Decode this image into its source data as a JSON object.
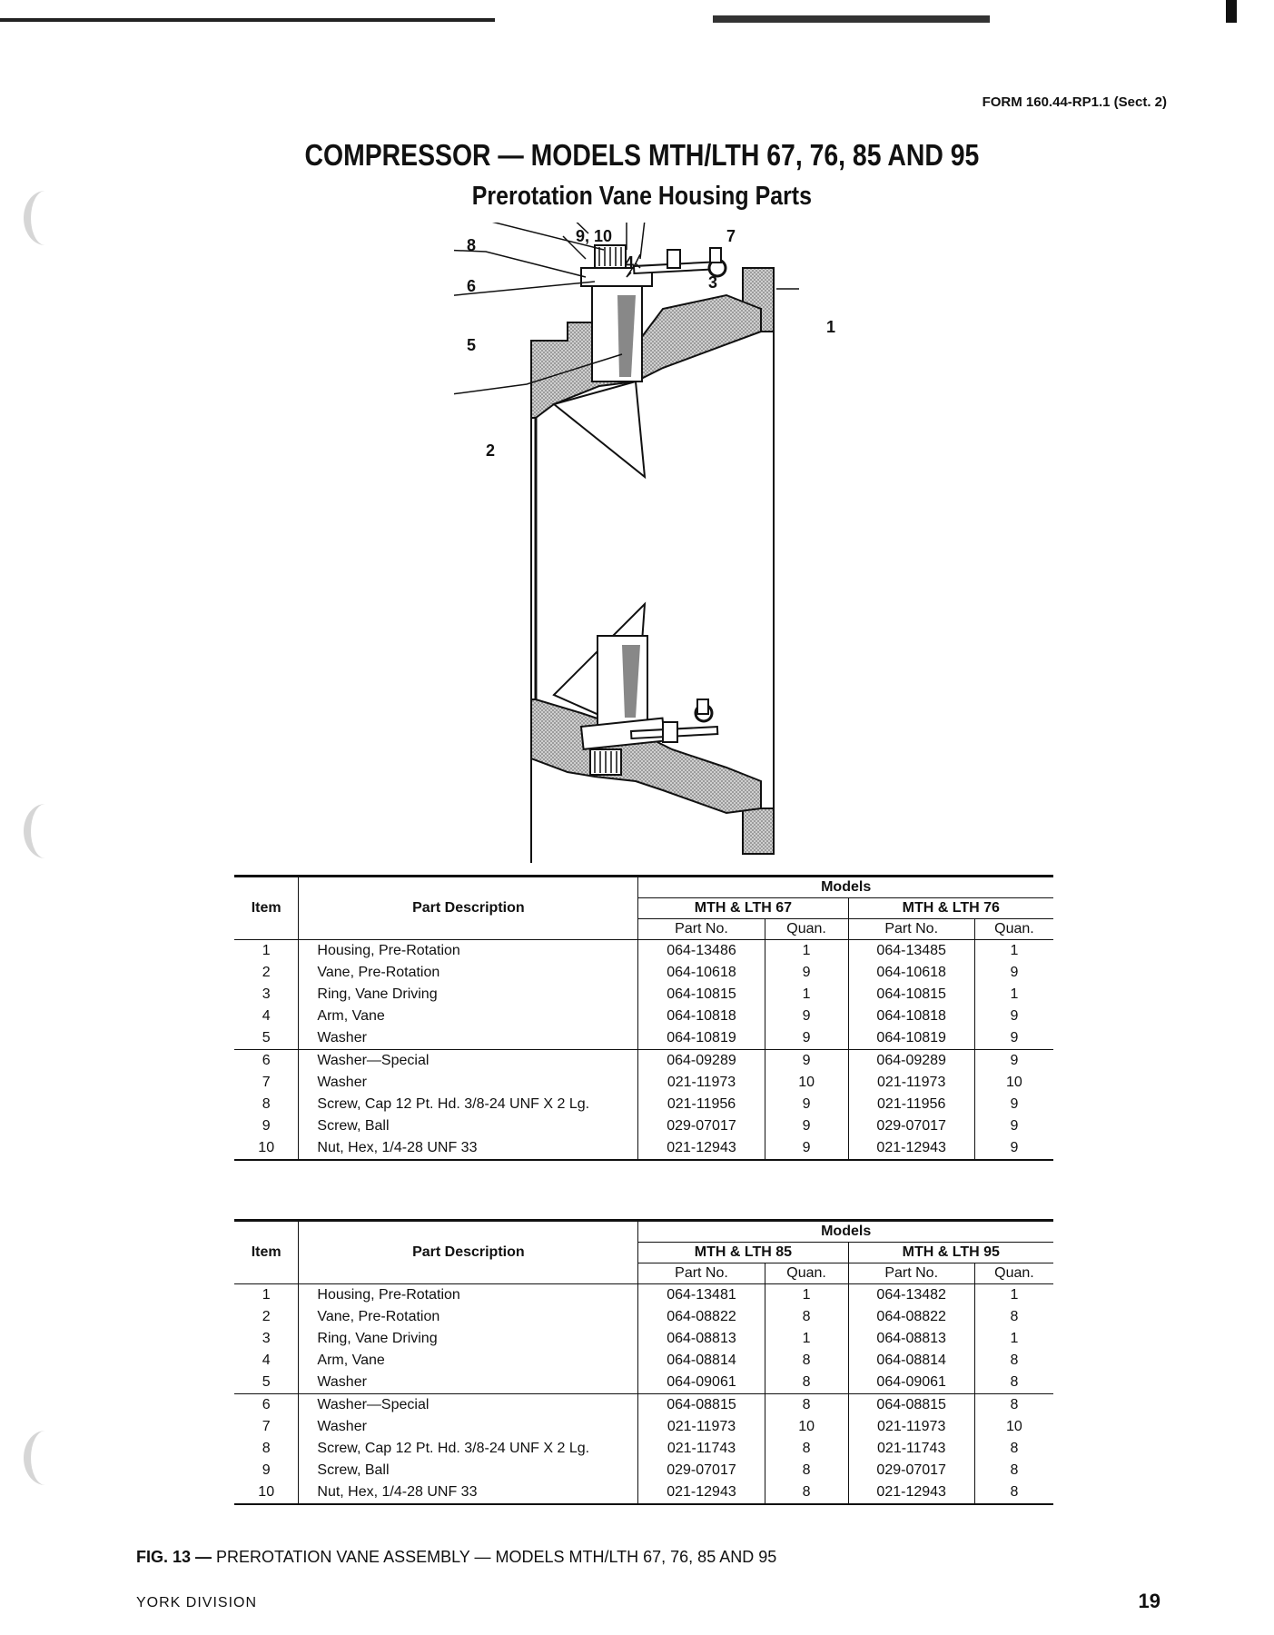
{
  "header": {
    "form_number": "FORM 160.44-RP1.1 (Sect. 2)"
  },
  "title": {
    "main": "COMPRESSOR — MODELS MTH/LTH 67, 76, 85 AND 95",
    "sub": "Prerotation Vane Housing Parts"
  },
  "diagram": {
    "callouts": [
      "8",
      "9, 10",
      "7",
      "4",
      "3",
      "6",
      "5",
      "1",
      "2"
    ]
  },
  "table_headers": {
    "item": "Item",
    "part_description": "Part Description",
    "models": "Models",
    "part_no": "Part No.",
    "quan": "Quan."
  },
  "table1": {
    "model_a": "MTH & LTH 67",
    "model_b": "MTH & LTH 76",
    "rows": [
      {
        "item": "1",
        "desc": "Housing, Pre-Rotation",
        "pn_a": "064-13486",
        "q_a": "1",
        "pn_b": "064-13485",
        "q_b": "1"
      },
      {
        "item": "2",
        "desc": "Vane, Pre-Rotation",
        "pn_a": "064-10618",
        "q_a": "9",
        "pn_b": "064-10618",
        "q_b": "9"
      },
      {
        "item": "3",
        "desc": "Ring, Vane Driving",
        "pn_a": "064-10815",
        "q_a": "1",
        "pn_b": "064-10815",
        "q_b": "1"
      },
      {
        "item": "4",
        "desc": "Arm, Vane",
        "pn_a": "064-10818",
        "q_a": "9",
        "pn_b": "064-10818",
        "q_b": "9"
      },
      {
        "item": "5",
        "desc": "Washer",
        "pn_a": "064-10819",
        "q_a": "9",
        "pn_b": "064-10819",
        "q_b": "9"
      },
      {
        "item": "6",
        "desc": "Washer—Special",
        "pn_a": "064-09289",
        "q_a": "9",
        "pn_b": "064-09289",
        "q_b": "9"
      },
      {
        "item": "7",
        "desc": "Washer",
        "pn_a": "021-11973",
        "q_a": "10",
        "pn_b": "021-11973",
        "q_b": "10"
      },
      {
        "item": "8",
        "desc": "Screw, Cap 12 Pt. Hd. 3/8-24 UNF X 2 Lg.",
        "pn_a": "021-11956",
        "q_a": "9",
        "pn_b": "021-11956",
        "q_b": "9"
      },
      {
        "item": "9",
        "desc": "Screw, Ball",
        "pn_a": "029-07017",
        "q_a": "9",
        "pn_b": "029-07017",
        "q_b": "9"
      },
      {
        "item": "10",
        "desc": "Nut, Hex, 1/4-28 UNF 33",
        "pn_a": "021-12943",
        "q_a": "9",
        "pn_b": "021-12943",
        "q_b": "9"
      }
    ]
  },
  "table2": {
    "model_a": "MTH & LTH 85",
    "model_b": "MTH & LTH 95",
    "rows": [
      {
        "item": "1",
        "desc": "Housing, Pre-Rotation",
        "pn_a": "064-13481",
        "q_a": "1",
        "pn_b": "064-13482",
        "q_b": "1"
      },
      {
        "item": "2",
        "desc": "Vane, Pre-Rotation",
        "pn_a": "064-08822",
        "q_a": "8",
        "pn_b": "064-08822",
        "q_b": "8"
      },
      {
        "item": "3",
        "desc": "Ring, Vane Driving",
        "pn_a": "064-08813",
        "q_a": "1",
        "pn_b": "064-08813",
        "q_b": "1"
      },
      {
        "item": "4",
        "desc": "Arm, Vane",
        "pn_a": "064-08814",
        "q_a": "8",
        "pn_b": "064-08814",
        "q_b": "8"
      },
      {
        "item": "5",
        "desc": "Washer",
        "pn_a": "064-09061",
        "q_a": "8",
        "pn_b": "064-09061",
        "q_b": "8"
      },
      {
        "item": "6",
        "desc": "Washer—Special",
        "pn_a": "064-08815",
        "q_a": "8",
        "pn_b": "064-08815",
        "q_b": "8"
      },
      {
        "item": "7",
        "desc": "Washer",
        "pn_a": "021-11973",
        "q_a": "10",
        "pn_b": "021-11973",
        "q_b": "10"
      },
      {
        "item": "8",
        "desc": "Screw, Cap 12 Pt. Hd. 3/8-24 UNF X 2 Lg.",
        "pn_a": "021-11743",
        "q_a": "8",
        "pn_b": "021-11743",
        "q_b": "8"
      },
      {
        "item": "9",
        "desc": "Screw, Ball",
        "pn_a": "029-07017",
        "q_a": "8",
        "pn_b": "029-07017",
        "q_b": "8"
      },
      {
        "item": "10",
        "desc": "Nut, Hex, 1/4-28 UNF 33",
        "pn_a": "021-12943",
        "q_a": "8",
        "pn_b": "021-12943",
        "q_b": "8"
      }
    ]
  },
  "caption": {
    "fig": "FIG. 13 —",
    "text": "PREROTATION VANE ASSEMBLY — MODELS MTH/LTH 67, 76, 85 AND 95"
  },
  "footer": {
    "division": "YORK DIVISION",
    "page_number": "19"
  }
}
